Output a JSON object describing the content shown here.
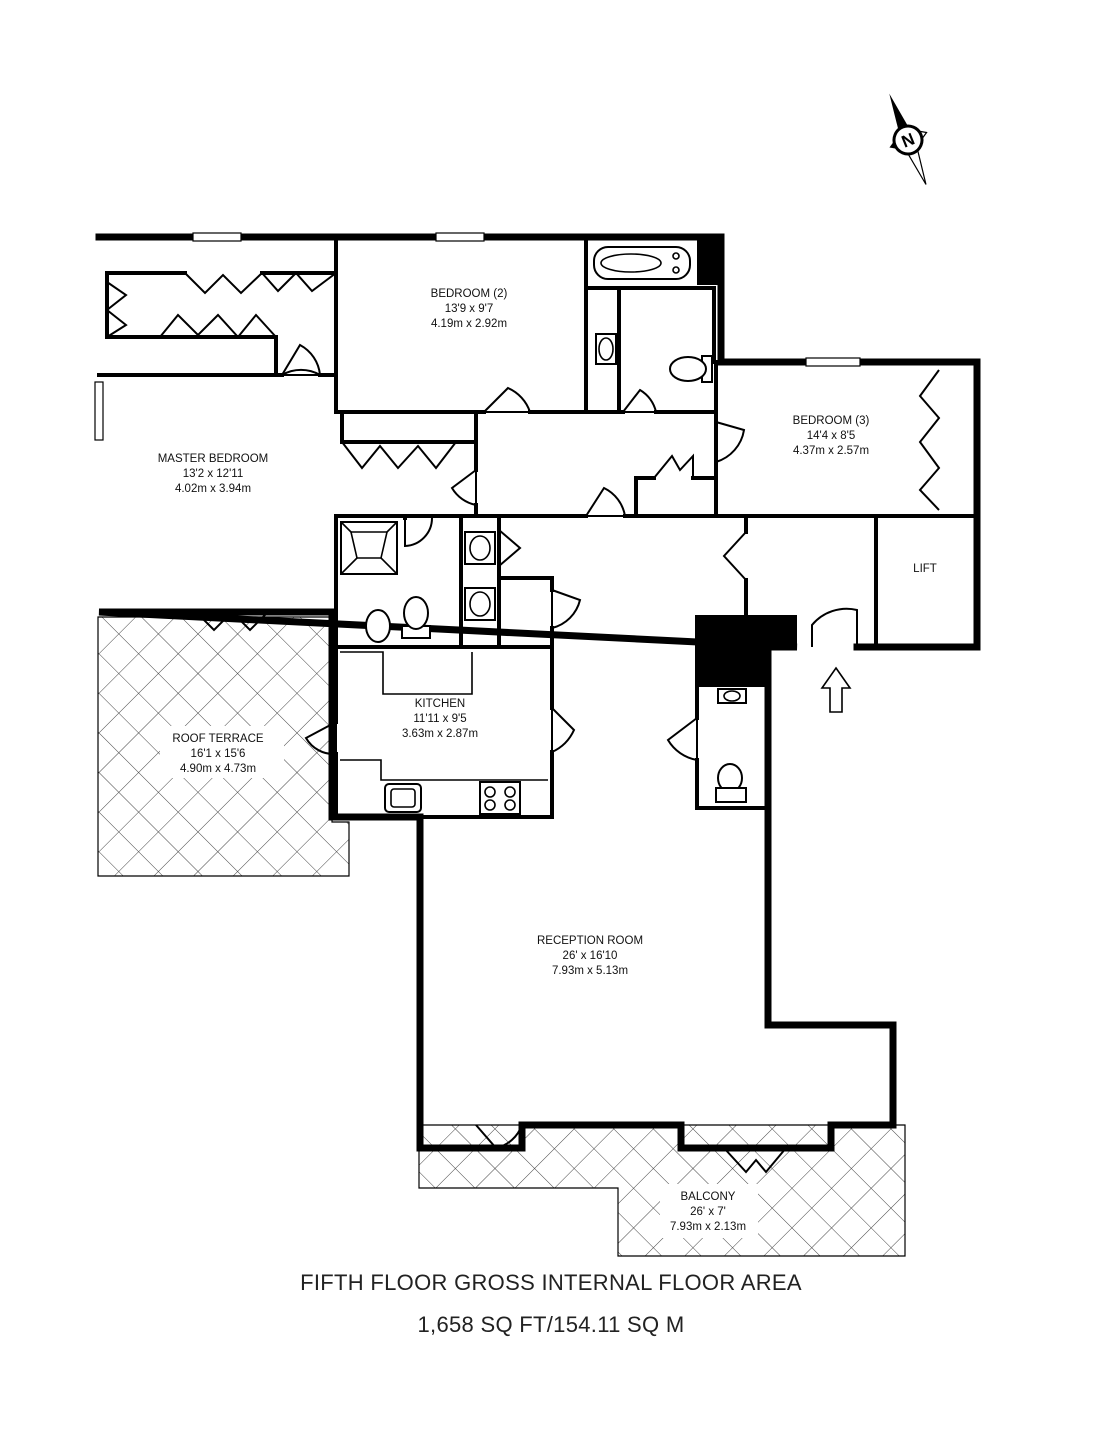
{
  "rooms": {
    "bedroom2": {
      "name": "BEDROOM (2)",
      "imperial": "13'9 x 9'7",
      "metric": "4.19m x 2.92m"
    },
    "bedroom3": {
      "name": "BEDROOM (3)",
      "imperial": "14'4 x 8'5",
      "metric": "4.37m x 2.57m"
    },
    "master": {
      "name": "MASTER BEDROOM",
      "imperial": "13'2 x 12'11",
      "metric": "4.02m x 3.94m"
    },
    "lift": {
      "name": "LIFT"
    },
    "kitchen": {
      "name": "KITCHEN",
      "imperial": "11'11 x 9'5",
      "metric": "3.63m x 2.87m"
    },
    "terrace": {
      "name": "ROOF TERRACE",
      "imperial": "16'1 x 15'6",
      "metric": "4.90m x 4.73m"
    },
    "reception": {
      "name": "RECEPTION ROOM",
      "imperial": "26' x 16'10",
      "metric": "7.93m x 5.13m"
    },
    "balcony": {
      "name": "BALCONY",
      "imperial": "26' x 7'",
      "metric": "7.93m x 2.13m"
    }
  },
  "compass": {
    "letter": "N"
  },
  "caption": {
    "line1": "FIFTH FLOOR GROSS INTERNAL FLOOR AREA",
    "line2": "1,658 SQ FT/154.11 SQ M"
  }
}
